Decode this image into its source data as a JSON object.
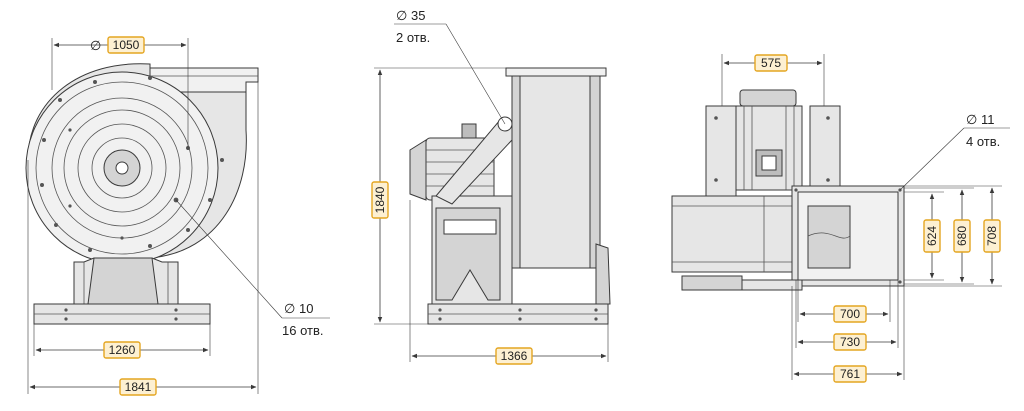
{
  "front_view": {
    "dim_top": "1050",
    "dim_base": "1260",
    "dim_total": "1841",
    "hole_diameter": "10",
    "hole_count": "16 отв."
  },
  "side_view": {
    "dim_height": "1840",
    "dim_width": "1366",
    "hole_diameter": "35",
    "hole_count": "2 отв."
  },
  "top_view": {
    "dim_motor": "575",
    "dim_624": "624",
    "dim_680": "680",
    "dim_708": "708",
    "dim_700": "700",
    "dim_730": "730",
    "dim_761": "761",
    "hole_diameter": "11",
    "hole_count": "4 отв."
  },
  "diameter_symbol": "∅",
  "colors": {
    "tag_fill": "#fdf0d2",
    "tag_border": "#e4a521",
    "body": "#e6e6e6"
  }
}
